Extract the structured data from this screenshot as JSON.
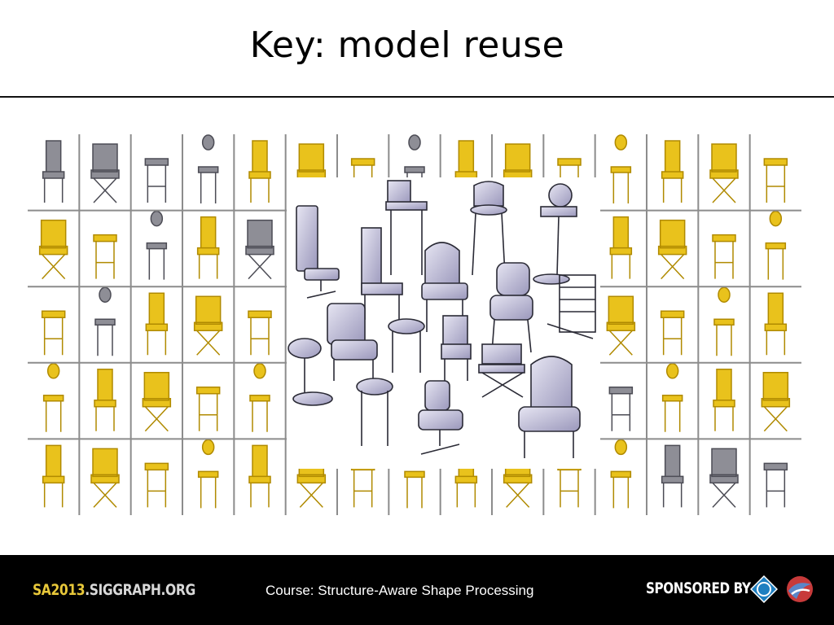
{
  "slide": {
    "title": "Key: model reuse"
  },
  "footer": {
    "brand_prefix": "SA2013",
    "brand_suffix": ".SIGGRAPH.ORG",
    "course": "Course: Structure-Aware Shape Processing",
    "sponsored": "SPONSORED BY",
    "logos": [
      "acm-logo-icon",
      "siggraph-swirl-icon"
    ]
  },
  "colors": {
    "gold": "#e9c21c",
    "gray": "#8e8e96",
    "lilac": "#b9b6d4",
    "footer_bg": "#000000",
    "brand_accent": "#e8c83a"
  },
  "grid_colors": [
    [
      "gray",
      "gray",
      "gray",
      "gray",
      "gold",
      "gold",
      "gold",
      "gray",
      "gold",
      "gold",
      "gold",
      "gold",
      "gold",
      "gold",
      "gold"
    ],
    [
      "gold",
      "gold",
      "gray",
      "gold",
      "gray",
      "gold",
      "gold",
      "gold",
      "gold",
      "gold",
      "gold",
      "gold",
      "gold",
      "gold",
      "gold"
    ],
    [
      "gold",
      "gray",
      "gold",
      "gold",
      "gold",
      "gold",
      "gold",
      "gold",
      "gold",
      "gold",
      "gold",
      "gold",
      "gold",
      "gold",
      "gold"
    ],
    [
      "gold",
      "gold",
      "gold",
      "gold",
      "gold",
      "gold",
      "gold",
      "gold",
      "gold",
      "gold",
      "gold",
      "gray",
      "gold",
      "gold",
      "gold"
    ],
    [
      "gold",
      "gold",
      "gold",
      "gold",
      "gold",
      "gold",
      "gold",
      "gold",
      "gold",
      "gold",
      "gold",
      "gold",
      "gray",
      "gray",
      "gray"
    ]
  ]
}
